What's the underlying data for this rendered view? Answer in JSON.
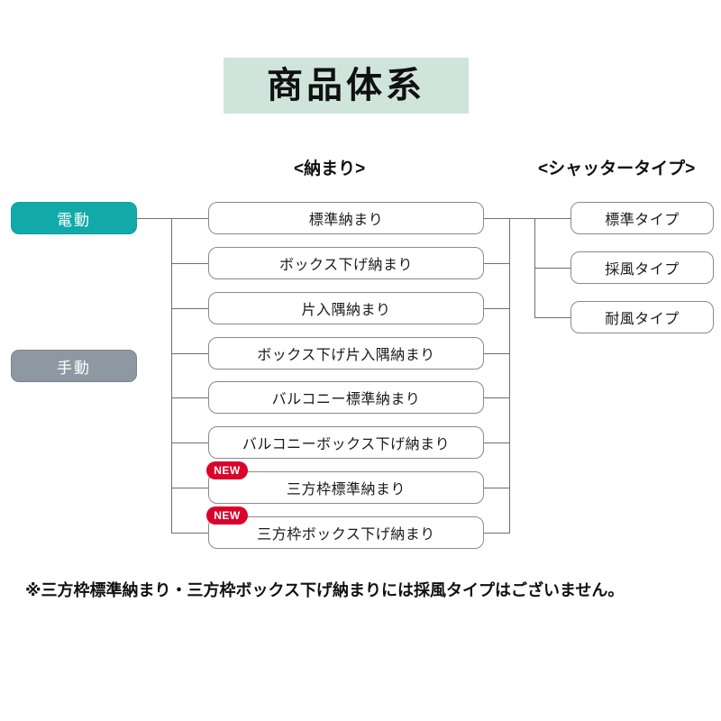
{
  "title": {
    "text": "商品体系"
  },
  "headers": {
    "naumari": "<納まり>",
    "shutter": "<シャッタータイプ>"
  },
  "drive_modes": [
    {
      "label": "電動",
      "color": "#12aaa8"
    },
    {
      "label": "手動",
      "color": "#8e98a3"
    }
  ],
  "naumari_items": [
    {
      "label": "標準納まり",
      "badge": ""
    },
    {
      "label": "ボックス下げ納まり",
      "badge": ""
    },
    {
      "label": "片入隅納まり",
      "badge": ""
    },
    {
      "label": "ボックス下げ片入隅納まり",
      "badge": ""
    },
    {
      "label": "バルコニー標準納まり",
      "badge": ""
    },
    {
      "label": "バルコニーボックス下げ納まり",
      "badge": ""
    },
    {
      "label": "三方枠標準納まり",
      "badge": "NEW"
    },
    {
      "label": "三方枠ボックス下げ納まり",
      "badge": "NEW"
    }
  ],
  "shutter_types": [
    {
      "label": "標準タイプ"
    },
    {
      "label": "採風タイプ"
    },
    {
      "label": "耐風タイプ"
    }
  ],
  "footnote": {
    "text": "※三方枠標準納まり・三方枠ボックス下げ納まりには採風タイプはございません。"
  },
  "colors": {
    "title_bg": "#cfe5dc",
    "electric": "#12aaa8",
    "manual": "#8e98a3",
    "new_badge": "#d9042b",
    "line": "#6f6f6f",
    "box_border": "#8a8a8a"
  }
}
